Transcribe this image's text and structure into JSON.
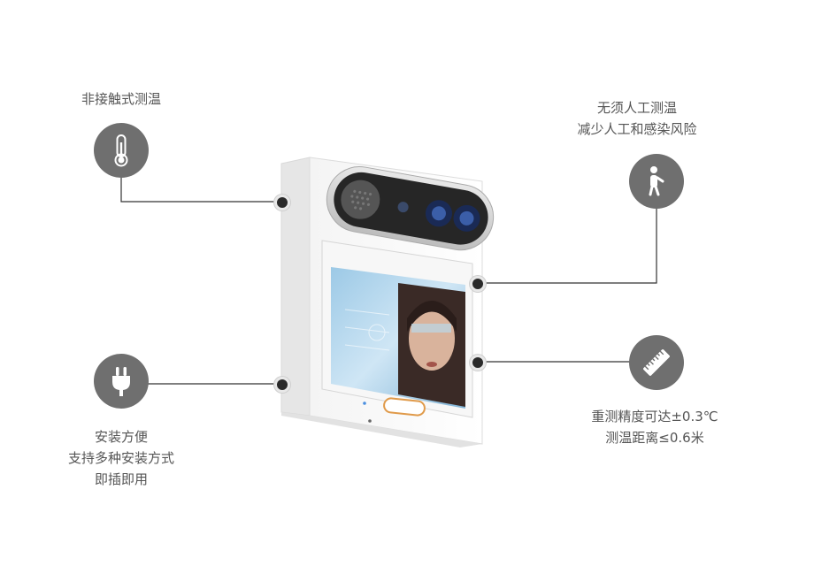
{
  "features": {
    "non_contact": {
      "label": "非接触式测温",
      "icon": "thermometer-icon"
    },
    "no_manual": {
      "line1": "无须人工测温",
      "line2": "减少人工和感染风险",
      "icon": "person-icon"
    },
    "install": {
      "line1": "安装方便",
      "line2": "支持多种安装方式",
      "line3": "即插即用",
      "icon": "plug-icon"
    },
    "accuracy": {
      "line1": "重测精度可达±0.3℃",
      "line2": "测温距离≤0.6米",
      "icon": "ruler-icon"
    }
  },
  "colors": {
    "icon_bg": "#6f6f6f",
    "line": "#333333",
    "accent": "#e09a4a"
  }
}
